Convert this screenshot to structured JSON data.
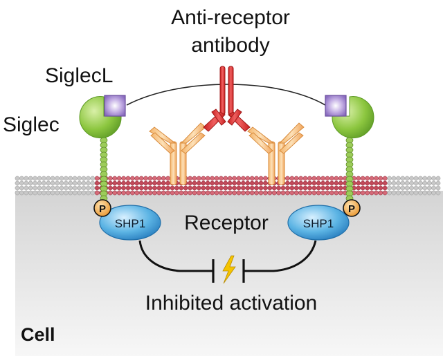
{
  "labels": {
    "antibody_line1": "Anti-receptor",
    "antibody_line2": "antibody",
    "sigleс_ligand": "SiglecL",
    "siglec": "Siglec",
    "receptor": "Receptor",
    "shp1_left": "SHP1",
    "shp1_right": "SHP1",
    "phospho_left": "P",
    "phospho_right": "P",
    "inhibited": "Inhibited activation",
    "cell": "Cell"
  },
  "colors": {
    "siglec": "#7fbf3f",
    "siglec_ligand": "#9b7fc8",
    "antibody": "#d62d2d",
    "receptor": "#f2a85a",
    "membrane_red": "#c24a5a",
    "membrane_grey": "#c8c8c8",
    "shp1": "#4da8dc",
    "phospho": "#f2b25c",
    "lightning": "#f5c400",
    "cell_fill": "#d9d9d9"
  },
  "icons": [
    "lightning-bolt-icon"
  ]
}
